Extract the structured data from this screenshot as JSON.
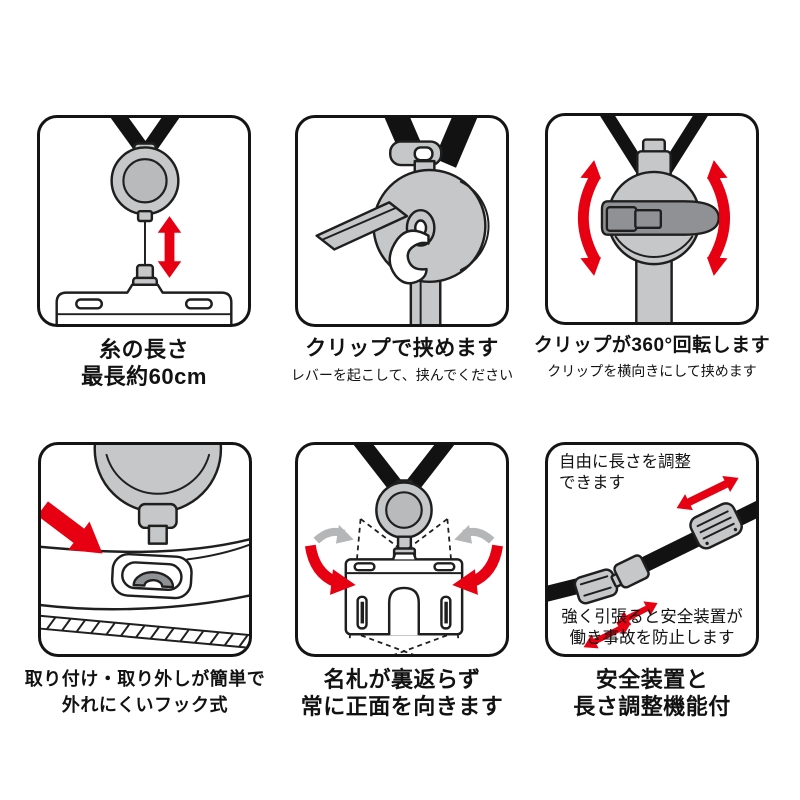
{
  "colors": {
    "background": "#ffffff",
    "accent_red": "#e60012",
    "gray_light": "#c6c7c8",
    "gray_mid": "#b9babb",
    "gray_dark": "#909194",
    "outline": "#1f1f1f",
    "strap_black": "#121212",
    "text": "#121212"
  },
  "panels": [
    {
      "caption_line1": "糸の長さ",
      "caption_line2": "最長約60cm"
    },
    {
      "caption_line1": "クリップで挟めます",
      "subcaption": "レバーを起こして、挟んでください"
    },
    {
      "caption_line1": "クリップが360°回転します",
      "subcaption": "クリップを横向きにして挟めます"
    },
    {
      "caption_line1": "取り付け・取り外しが簡単で",
      "caption_line2": "外れにくいフック式"
    },
    {
      "caption_line1": "名札が裏返らず",
      "caption_line2": "常に正面を向きます"
    },
    {
      "caption_line1": "安全装置と",
      "caption_line2": "長さ調整機能付",
      "note_top_line1": "自由に長さを調整",
      "note_top_line2": "できます",
      "note_bottom_line1": "強く引張ると安全装置が",
      "note_bottom_line2": "働き事故を防止します"
    }
  ]
}
